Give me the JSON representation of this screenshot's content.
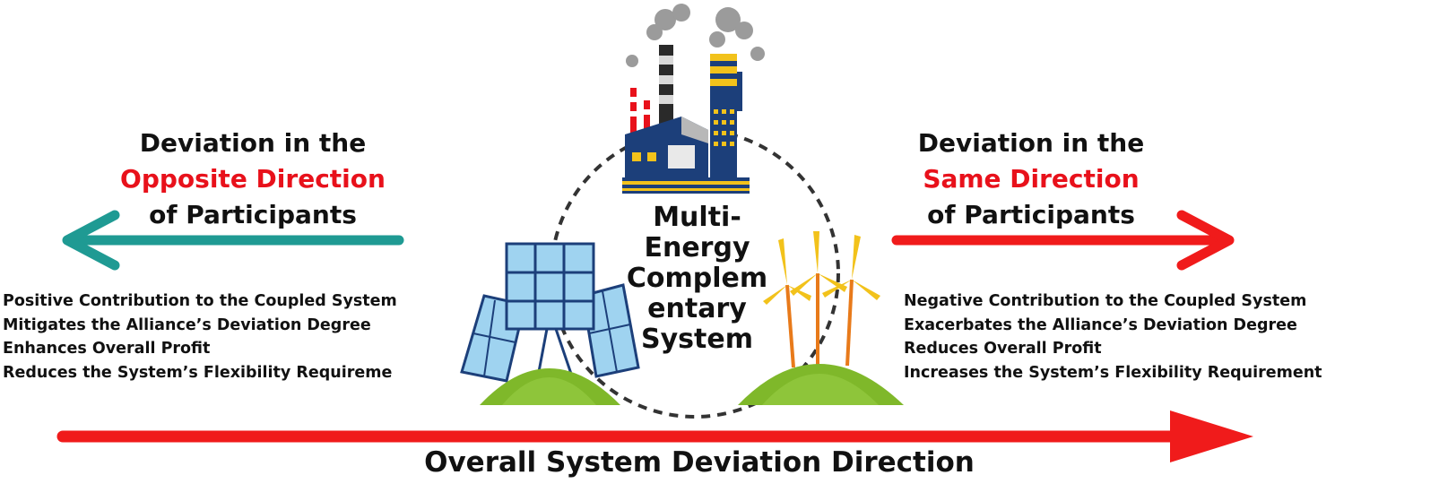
{
  "left": {
    "heading_line1": "Deviation in the",
    "heading_highlight": "Opposite Direction",
    "heading_line3": "of Participants",
    "bullets": [
      "Positive Contribution to the Coupled System",
      "Mitigates the Alliance’s Deviation Degree",
      "Enhances Overall Profit",
      "Reduces the System’s Flexibility Requireme"
    ],
    "arrow_color": "#1f9a93"
  },
  "right": {
    "heading_line1": "Deviation in the",
    "heading_highlight": "Same Direction",
    "heading_line3": "of Participants",
    "bullets": [
      "Negative Contribution to the Coupled System",
      "Exacerbates the Alliance’s Deviation Degree",
      "Reduces Overall Profit",
      "Increases the System’s Flexibility Requirement"
    ],
    "arrow_color": "#f01b1b"
  },
  "center": {
    "label_lines": [
      "Multi-",
      "Energy",
      "Complem",
      "entary",
      "System"
    ]
  },
  "bottom": {
    "label": "Overall System Deviation Direction",
    "arrow_color": "#f01b1b"
  },
  "icons": [
    "factory-icon",
    "solar-panel-icon",
    "wind-turbine-icon"
  ],
  "colors": {
    "highlight_red": "#e8111b",
    "hill_green": "#7fb82a",
    "panel_blue": "#9fd3f0",
    "factory_navy": "#1c3f7a",
    "factory_yellow": "#f2c21b"
  }
}
